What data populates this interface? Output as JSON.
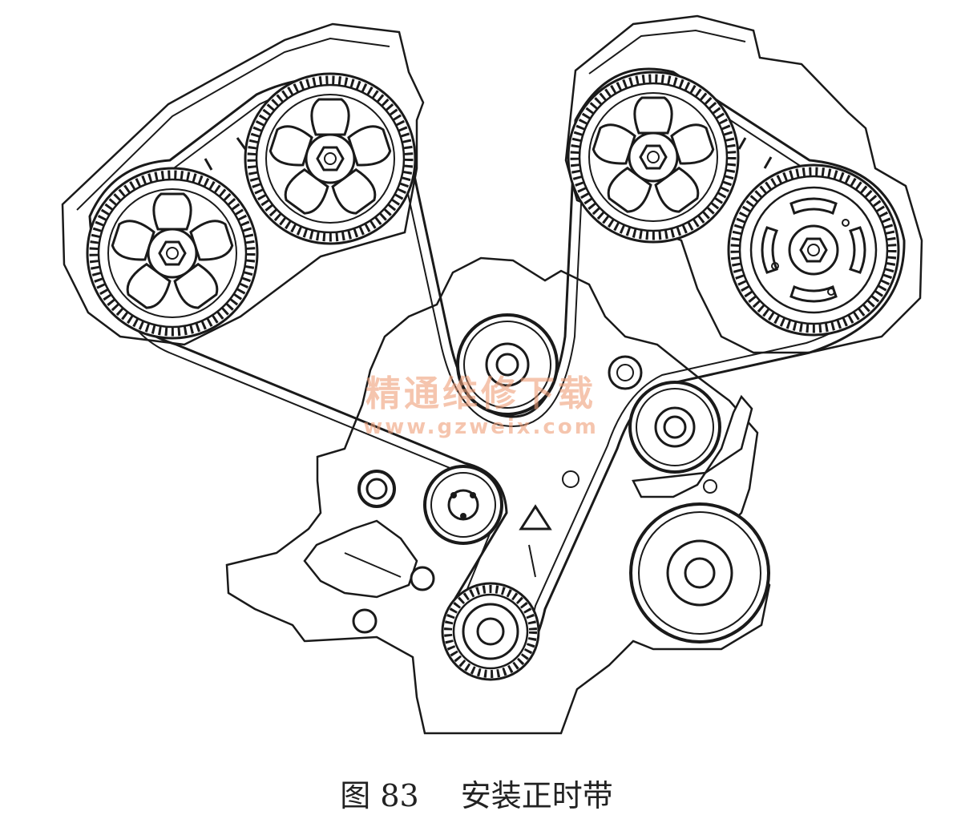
{
  "figure": {
    "number_label": "图 83",
    "title": "安装正时带"
  },
  "watermark": {
    "text": "精通维修下载",
    "url": "www.gzweix.com"
  },
  "colors": {
    "line": "#1a1a1a",
    "background": "#ffffff",
    "watermark": "#f0a07a",
    "caption": "#222222"
  }
}
